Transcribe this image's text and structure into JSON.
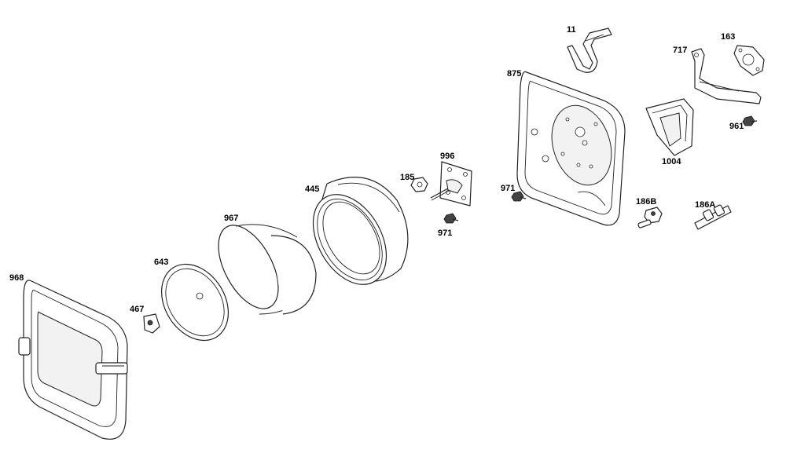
{
  "labels": {
    "p968": "968",
    "p467": "467",
    "p643": "643",
    "p967": "967",
    "p445": "445",
    "p185": "185",
    "p996": "996",
    "p971a": "971",
    "p971b": "971",
    "p875": "875",
    "p11": "11",
    "p717": "717",
    "p163": "163",
    "p961": "961",
    "p1004": "1004",
    "p186b": "186B",
    "p186a": "186A"
  }
}
